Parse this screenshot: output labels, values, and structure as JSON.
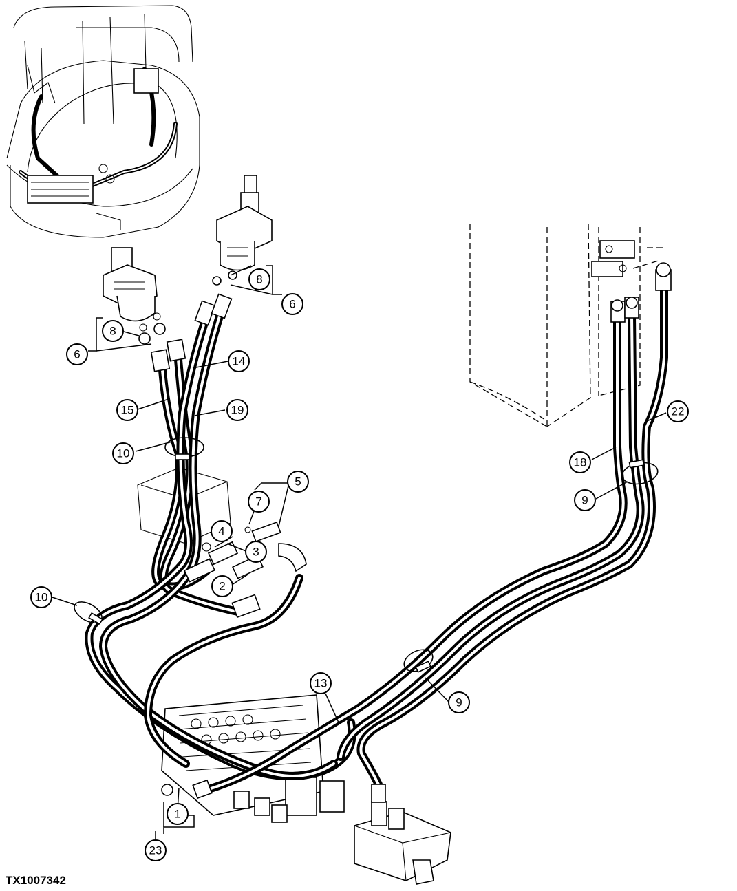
{
  "figure_id": "TX1007342",
  "callouts": [
    {
      "label": "1"
    },
    {
      "label": "2"
    },
    {
      "label": "3"
    },
    {
      "label": "4"
    },
    {
      "label": "5"
    },
    {
      "label": "6"
    },
    {
      "label": "6"
    },
    {
      "label": "7"
    },
    {
      "label": "8"
    },
    {
      "label": "8"
    },
    {
      "label": "9"
    },
    {
      "label": "9"
    },
    {
      "label": "10"
    },
    {
      "label": "10"
    },
    {
      "label": "13"
    },
    {
      "label": "14"
    },
    {
      "label": "15"
    },
    {
      "label": "18"
    },
    {
      "label": "19"
    },
    {
      "label": "22"
    },
    {
      "label": "23"
    }
  ]
}
